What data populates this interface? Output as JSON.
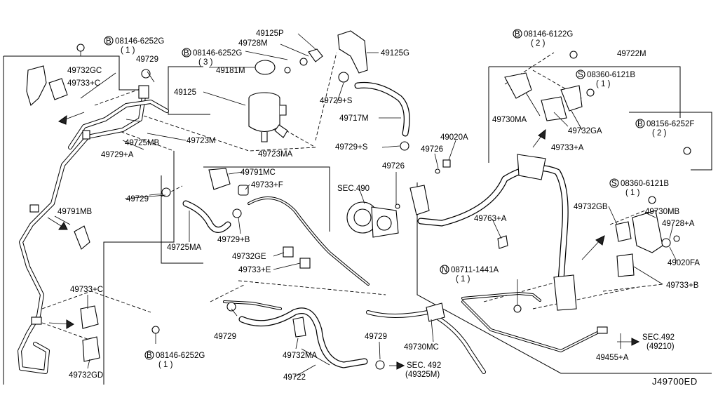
{
  "diagram": {
    "id_code": "J49700ED",
    "labels": {
      "p08146_6252G_top": "08146-6252G",
      "p08146_6252G_top_qty": "( 1 )",
      "p49729_a": "49729",
      "p08146_6252G_mid": "08146-6252G",
      "p08146_6252G_mid_qty": "( 3 )",
      "p49728M": "49728M",
      "p49125P": "49125P",
      "p49125G": "49125G",
      "p08146_6122G": "08146-6122G",
      "p08146_6122G_qty": "( 2 )",
      "p49722M": "49722M",
      "p49732GC": "49732GC",
      "p49733C_a": "49733+C",
      "p49181M": "49181M",
      "p49125": "49125",
      "p49729S_a": "49729+S",
      "p08360_6121B_a": "08360-6121B",
      "p08360_6121B_a_qty": "( 1 )",
      "p49717M": "49717M",
      "p49730MA": "49730MA",
      "p49732GA": "49732GA",
      "p49725MB": "49725MB",
      "p49723M": "49723M",
      "p49729A": "49729+A",
      "p49020A": "49020A",
      "p49733A": "49733+A",
      "p08156_6252F": "08156-6252F",
      "p08156_6252F_qty": "( 2 )",
      "p49729S_b": "49729+S",
      "p49726_a": "49726",
      "p49723MA": "49723MA",
      "p49791MC": "49791MC",
      "p49726_b": "49726",
      "p49733F": "49733+F",
      "sec490": "SEC.490",
      "p08360_6121B_b": "08360-6121B",
      "p08360_6121B_b_qty": "( 1 )",
      "p49729_b": "49729",
      "p49730MB": "49730MB",
      "p49732GB": "49732GB",
      "p49791MB": "49791MB",
      "p49728A": "49728+A",
      "p49725MA": "49725MA",
      "p49729B": "49729+B",
      "p49763A": "49763+A",
      "p49020FA": "49020FA",
      "p49732GE": "49732GE",
      "p49733E": "49733+E",
      "p08711_1441A": "08711-1441A",
      "p08711_1441A_qty": "( 1 )",
      "p49733B": "49733+B",
      "p49733C_b": "49733+C",
      "p49729_c": "49729",
      "p49729_d": "49729",
      "p49730MC": "49730MC",
      "sec492_a": "SEC.492",
      "sec492_a_sub": "(49210)",
      "p08146_6252G_bot": "08146-6252G",
      "p08146_6252G_bot_qty": "( 1 )",
      "p49455A": "49455+A",
      "p49732MA": "49732MA",
      "sec492_b": "SEC. 492",
      "sec492_b_sub": "(49325M)",
      "p49732GD": "49732GD",
      "p49722": "49722"
    },
    "prefix_letters": {
      "B": "B",
      "S": "S",
      "N": "N"
    }
  }
}
